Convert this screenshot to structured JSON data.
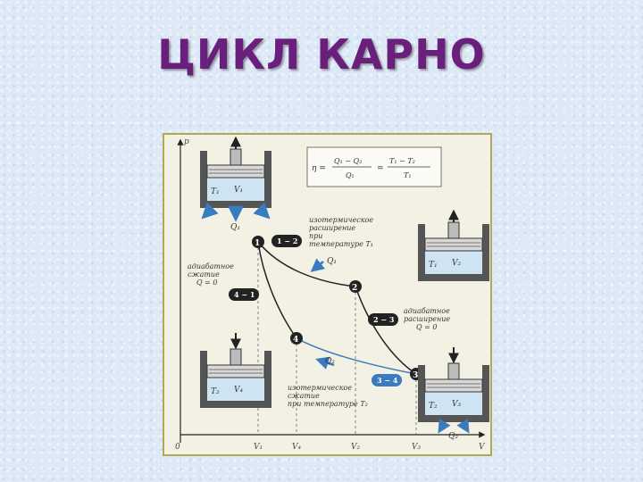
{
  "slide": {
    "title": "ЦИКЛ КАРНО"
  },
  "colors": {
    "title": "#6b1f7c",
    "frame": "#b4a657",
    "arrow": "#3a7bbf",
    "gas": "#cfe4f3"
  },
  "figure": {
    "formula": {
      "eta": "η =",
      "num1": "Q₁ − Q₂",
      "den1": "Q₁",
      "eq": "=",
      "num2": "T₁ − T₂",
      "den2": "T₁"
    },
    "axes": {
      "p": "p",
      "v": "V",
      "origin": "0",
      "ticks": [
        "V₁",
        "V₄",
        "V₂",
        "V₃"
      ]
    },
    "points": [
      "1",
      "2",
      "3",
      "4"
    ],
    "stages": [
      {
        "tag": "1 − 2",
        "text": [
          "изотермическое",
          "расширение",
          "при",
          "температуре T₁"
        ]
      },
      {
        "tag": "2 − 3",
        "text": [
          "адиабатное",
          "расширение",
          "Q = 0"
        ]
      },
      {
        "tag": "3 − 4",
        "text": [
          "изотермическое",
          "сжатие",
          "при температуре T₂"
        ]
      },
      {
        "tag": "4 − 1",
        "text": [
          "адиабатное",
          "сжатие",
          "Q = 0"
        ]
      }
    ],
    "heat": {
      "q1": "Q₁",
      "q1_flow": "Q₁",
      "q2_flow": "Q₂",
      "q2": "Q₂"
    },
    "cylinders": [
      {
        "t": "T₁",
        "v": "V₁"
      },
      {
        "t": "T₁",
        "v": "V₂"
      },
      {
        "t": "T₂",
        "v": "V₃"
      },
      {
        "t": "T₂",
        "v": "V₄"
      }
    ]
  }
}
